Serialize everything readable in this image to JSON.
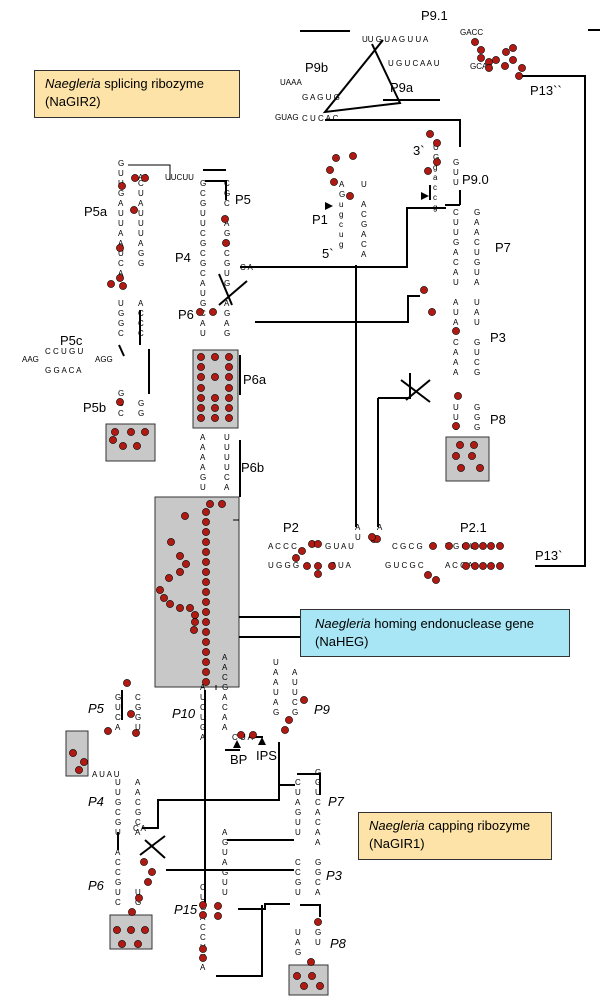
{
  "boxes": {
    "splicing": {
      "genus": "Naegleria",
      "text": " splicing ribozyme",
      "code": "(NaGIR2)"
    },
    "heg": {
      "genus": "Naegleria",
      "text": " homing endonuclease gene",
      "code": "(NaHEG)"
    },
    "capping": {
      "genus": "Naegleria",
      "text": " capping ribozyme",
      "code": "(NaGIR1)"
    }
  },
  "upper_labels": {
    "p9_1": "P9.1",
    "p13a": "P13``",
    "p9b": "P9b",
    "p9a": "P9a",
    "three_prime": "3`",
    "p9_0": "P9.0",
    "p5a": "P5a",
    "p5": "P5",
    "p1": "P1",
    "p4": "P4",
    "five_prime": "5`",
    "p7": "P7",
    "p6": "P6",
    "p3": "P3",
    "p5c": "P5c",
    "p6a": "P6a",
    "p5b": "P5b",
    "p8": "P8",
    "p6b": "P6b",
    "p2": "P2",
    "p2_1": "P2.1",
    "p13b": "P13`"
  },
  "lower_labels": {
    "p5": "P5",
    "p10": "P10",
    "p9": "P9",
    "bp": "BP",
    "ips": "IPS",
    "p4": "P4",
    "p7": "P7",
    "p6": "P6",
    "p3": "P3",
    "p15": "P15",
    "p8": "P8"
  },
  "sequences": {
    "p9_1_top": "UU  G U A G U U A",
    "p9_1_top2": "GACC",
    "p9_1_bot": "U G U C A A U",
    "p9_1_bot2": "GCAA",
    "p9b_loop": "UAAA",
    "p9b_top": "G A G U G",
    "p9b_bot": "C U C A C",
    "p9b_loop2": "GUAG",
    "p5_loop": "AA",
    "p5_loop2": "UUCUU",
    "p5c_top": "C C U G U",
    "p5c_bot": "G G A C A",
    "p5c_l": "AAG",
    "p5c_l2": "AGG",
    "p2_top": "A C C C",
    "p2_top2": "G U A U",
    "p2_bot": "U G G G",
    "p2_bot2": "C U A",
    "p2_1_top": "C G C G",
    "p2_1_top2": "U G G U",
    "p2_1_bot": "G U C G C",
    "p2_1_bot2": "A C C A",
    "p3_5_left": "A U A U",
    "p10_loop": "C U A",
    "ca": "C A"
  },
  "colors": {
    "dot": "#b01a12",
    "line": "#000000",
    "grey": "#c8c8c8",
    "orange": "#fde3a7",
    "blue": "#a8e6f5"
  }
}
